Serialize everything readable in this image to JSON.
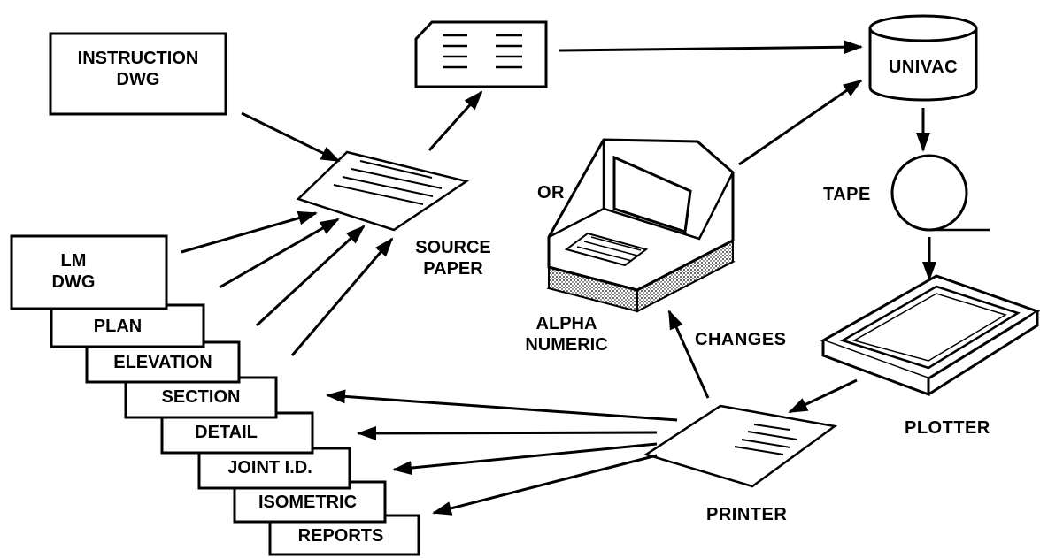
{
  "instruction_dwg": [
    "INSTRUCTION",
    "DWG"
  ],
  "source_paper": [
    "SOURCE",
    "PAPER"
  ],
  "or_label": "OR",
  "univac": "UNIVAC",
  "tape": "TAPE",
  "alpha_numeric": [
    "ALPHA",
    "NUMERIC"
  ],
  "changes": "CHANGES",
  "plotter": "PLOTTER",
  "printer": "PRINTER",
  "drawing_stack": {
    "lm_dwg": [
      "LM",
      "DWG"
    ],
    "plan": "PLAN",
    "elevation": "ELEVATION",
    "section": "SECTION",
    "detail": "DETAIL",
    "joint_id": "JOINT I.D.",
    "isometric": "ISOMETRIC",
    "reports": "REPORTS"
  }
}
